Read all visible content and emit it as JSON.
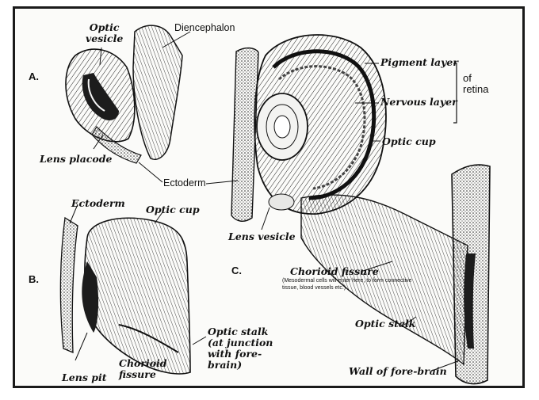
{
  "panels": {
    "a": "A.",
    "b": "B.",
    "c": "C."
  },
  "labels": {
    "optic_vesicle": "Optic\nvesicle",
    "diencephalon": "Diencephalon",
    "lens_placode": "Lens placode",
    "ectoderm_a": "Ectoderm",
    "ectoderm_b": "Ectoderm",
    "optic_cup_b": "Optic cup",
    "lens_pit": "Lens pit",
    "chorioid_fissure_b": "Chorioid\nfissure",
    "optic_stalk_b": "Optic stalk\n(at junction\nwith fore-\nbrain)",
    "pigment_layer": "Pigment layer",
    "nervous_layer": "Nervous layer",
    "of_retina": "of\nretina",
    "optic_cup_c": "Optic cup",
    "lens_vesicle": "Lens vesicle",
    "chorioid_fissure_c": "Chorioid fissure",
    "chorioid_note": "(Mesodermal cells will enter here, to form connective tissue, blood vessels etc.)",
    "optic_stalk_c": "Optic stalk",
    "wall_forebrain": "Wall of fore-brain"
  }
}
